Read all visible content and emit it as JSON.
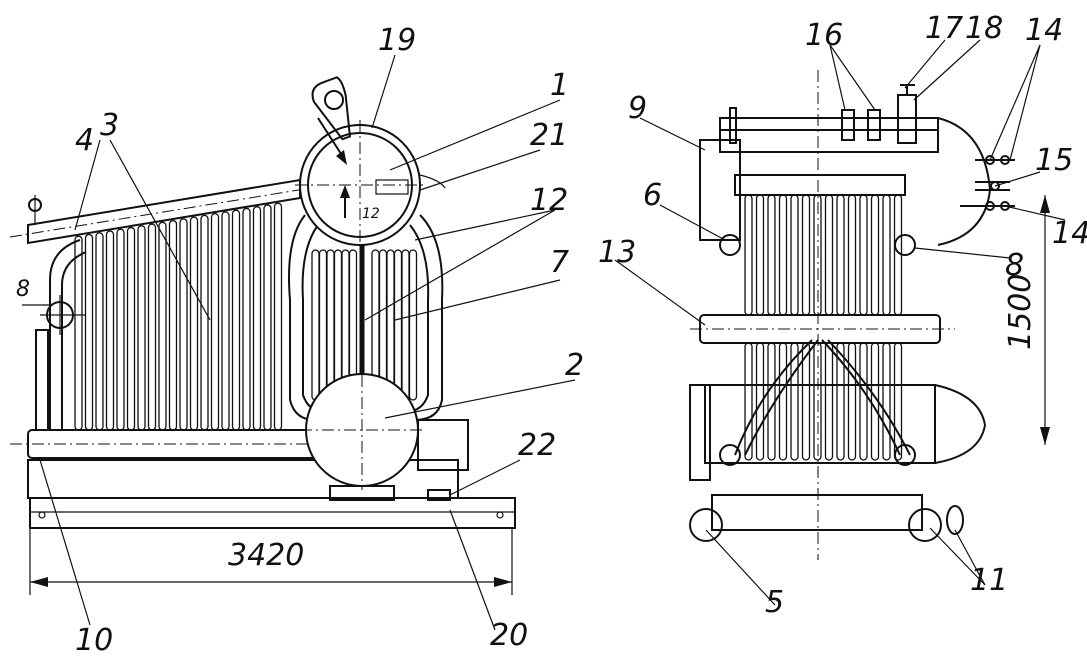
{
  "callouts_front": [
    "1",
    "2",
    "3",
    "4",
    "7",
    "8",
    "10",
    "12",
    "19",
    "20",
    "21",
    "22"
  ],
  "callouts_side": [
    "5",
    "6",
    "8",
    "9",
    "11",
    "13",
    "14",
    "14",
    "15",
    "16",
    "17",
    "18"
  ],
  "dimensions": {
    "length": "3420",
    "height": "1500"
  },
  "small_mark": "12"
}
